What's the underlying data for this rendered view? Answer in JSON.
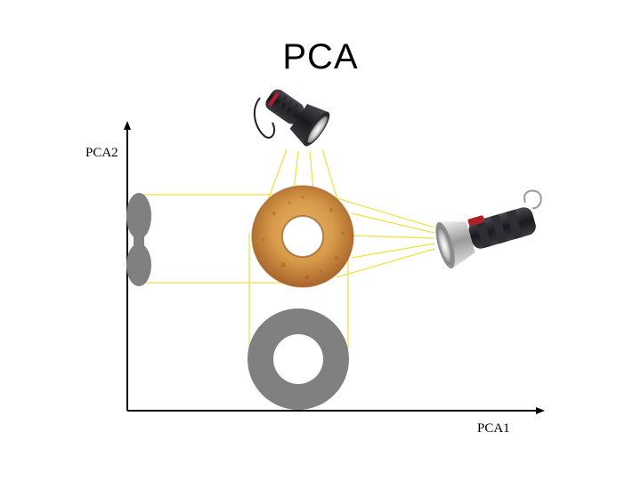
{
  "diagram": {
    "title": "PCA",
    "axis_y_label": "PCA2",
    "axis_x_label": "PCA1",
    "colors": {
      "shadow": "#808080",
      "projection_lines": "#f0e040",
      "axes": "#000000",
      "donut": "#c8802e",
      "flashlight_body": "#1c1c1e"
    },
    "icons": [
      "flashlight-top-icon",
      "flashlight-right-icon",
      "donut-icon",
      "shadow-ring-icon",
      "shadow-peanut-icon"
    ]
  }
}
